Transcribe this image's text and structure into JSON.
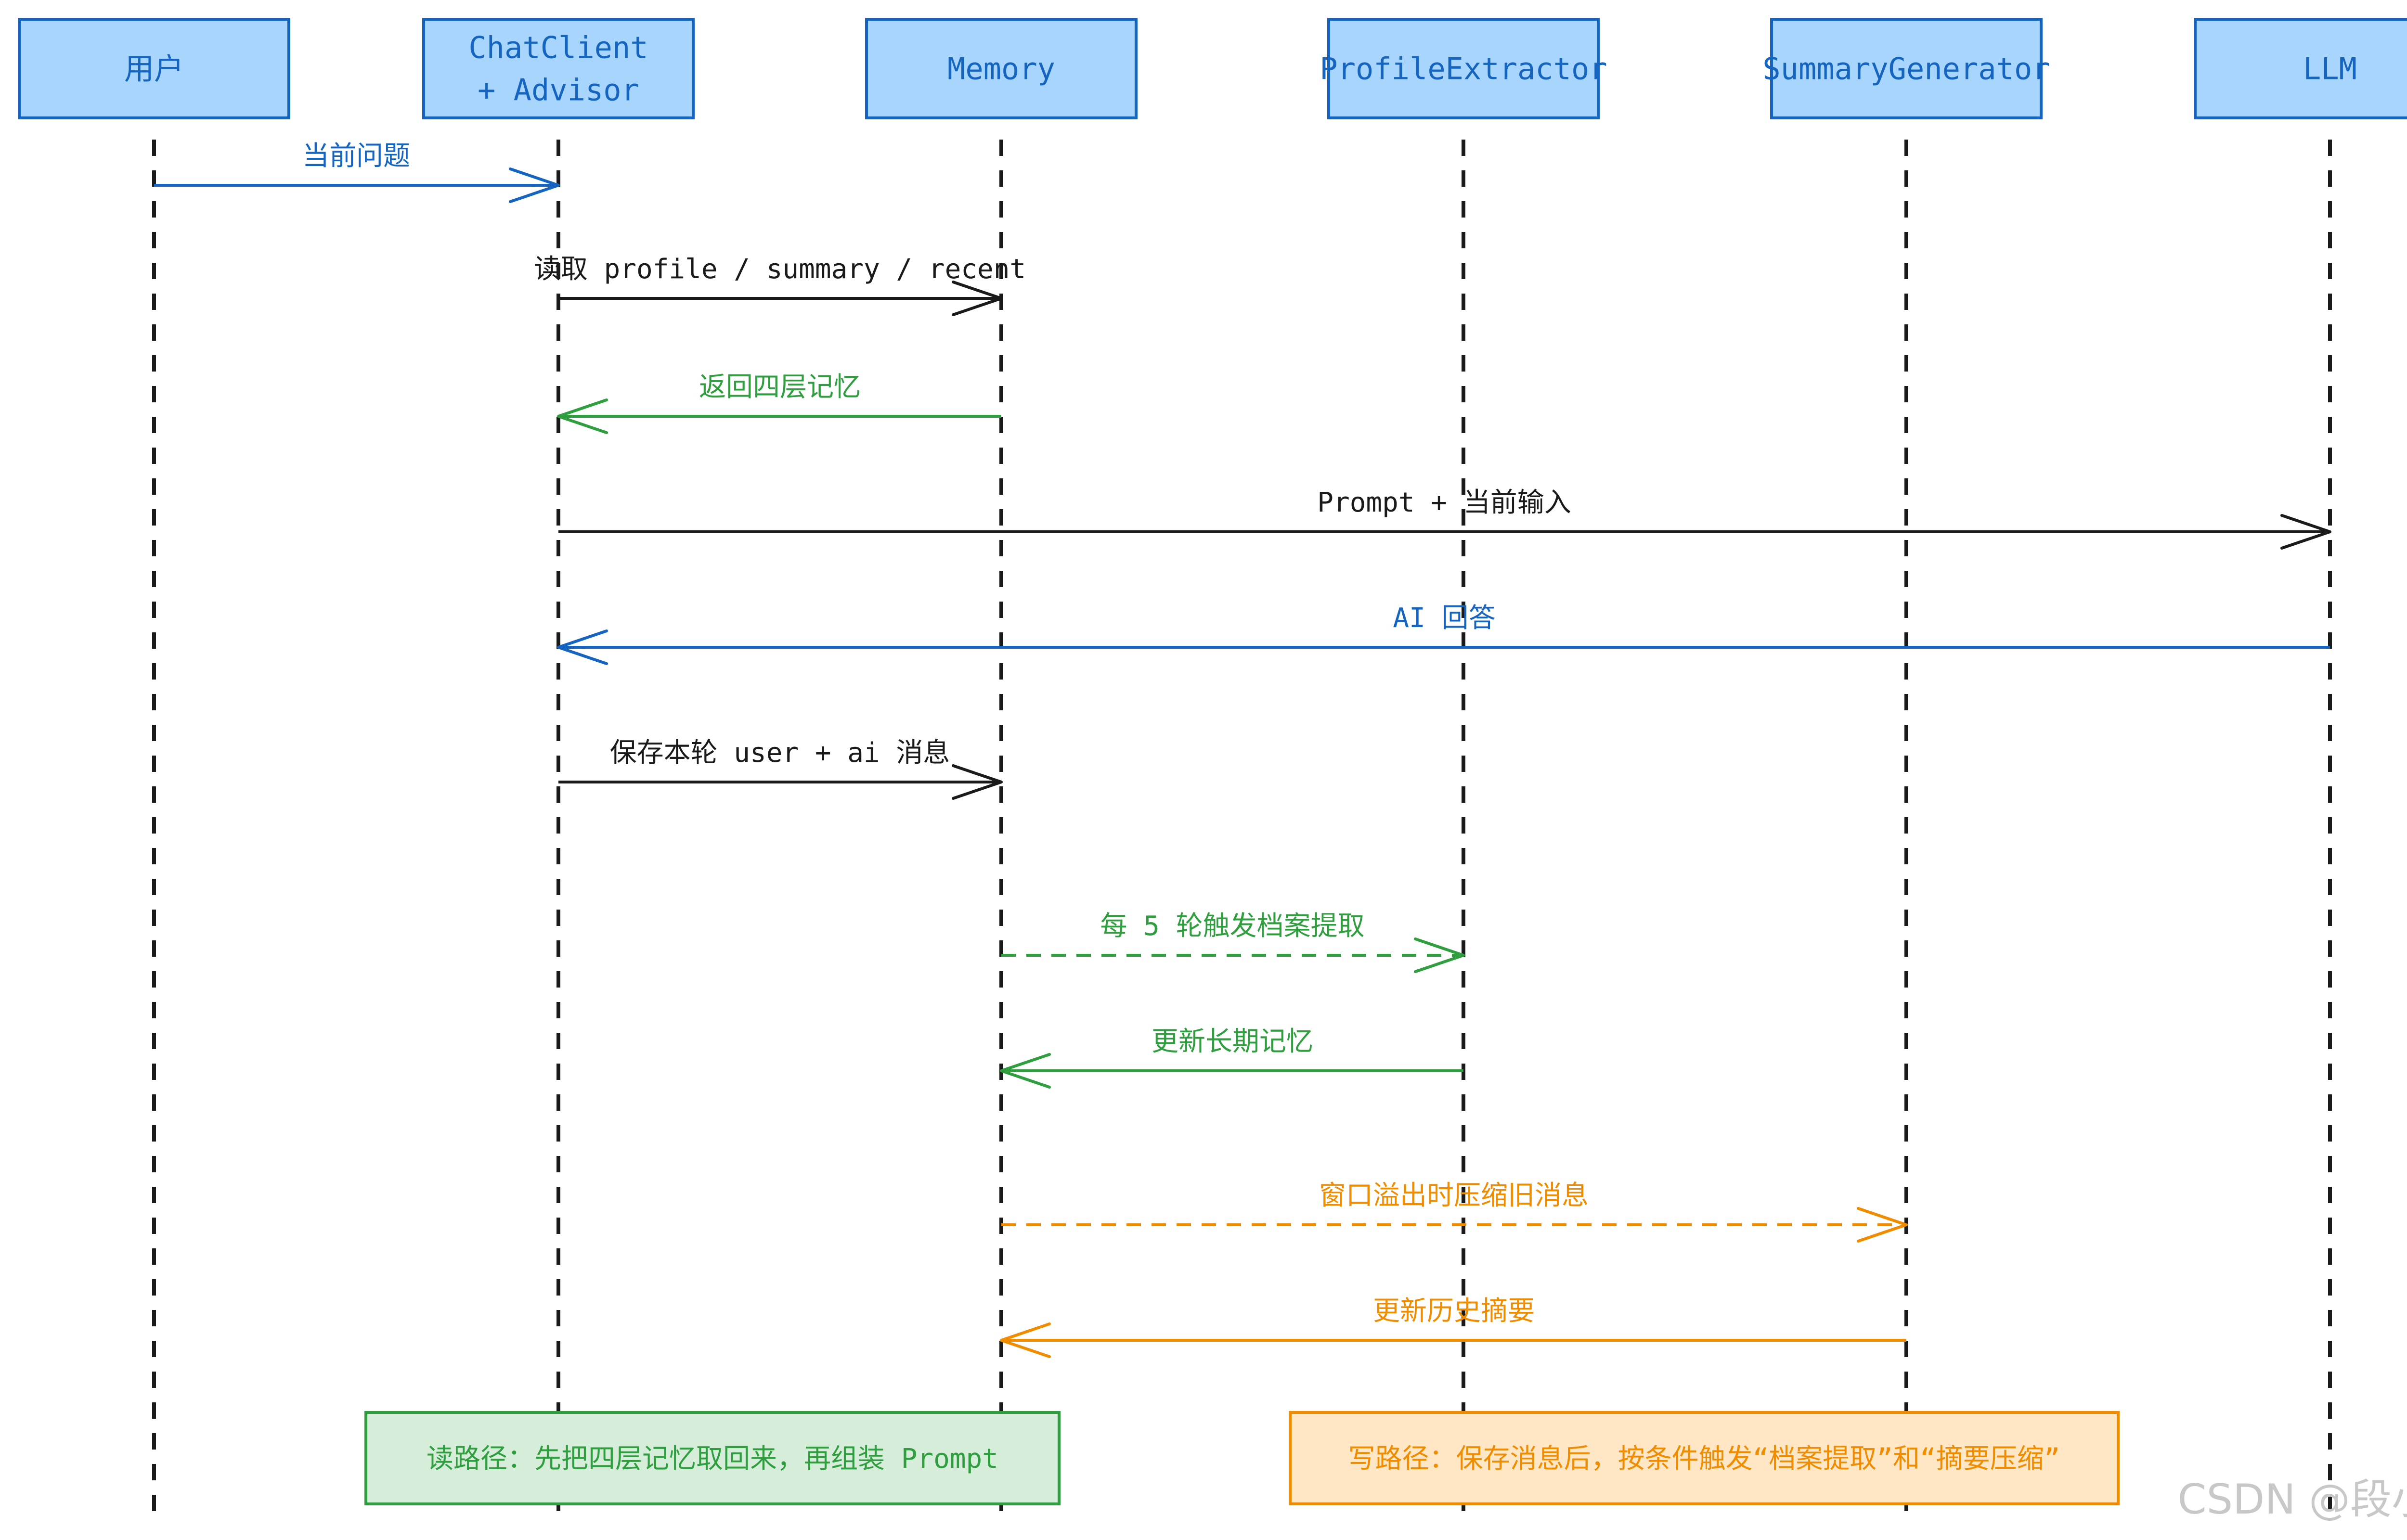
{
  "participants": [
    {
      "id": "user",
      "label": "用户"
    },
    {
      "id": "chatclient",
      "label": "ChatClient\n+ Advisor"
    },
    {
      "id": "memory",
      "label": "Memory"
    },
    {
      "id": "profile",
      "label": "ProfileExtractor"
    },
    {
      "id": "summary",
      "label": "SummaryGenerator"
    },
    {
      "id": "llm",
      "label": "LLM"
    }
  ],
  "messages": [
    {
      "from": "user",
      "to": "chatclient",
      "label": "当前问题",
      "color": "#1565c0",
      "style": "solid"
    },
    {
      "from": "chatclient",
      "to": "memory",
      "label": "读取 profile / summary / recent",
      "color": "#1a1a1a",
      "style": "solid"
    },
    {
      "from": "memory",
      "to": "chatclient",
      "label": "返回四层记忆",
      "color": "#2e9e3e",
      "style": "solid"
    },
    {
      "from": "chatclient",
      "to": "llm",
      "label": "Prompt + 当前输入",
      "color": "#1a1a1a",
      "style": "solid"
    },
    {
      "from": "llm",
      "to": "chatclient",
      "label": "AI 回答",
      "color": "#1565c0",
      "style": "solid"
    },
    {
      "from": "chatclient",
      "to": "memory",
      "label": "保存本轮 user + ai 消息",
      "color": "#1a1a1a",
      "style": "solid"
    },
    {
      "from": "memory",
      "to": "profile",
      "label": "每 5 轮触发档案提取",
      "color": "#2e9e3e",
      "style": "dashed"
    },
    {
      "from": "profile",
      "to": "memory",
      "label": "更新长期记忆",
      "color": "#2e9e3e",
      "style": "solid"
    },
    {
      "from": "memory",
      "to": "summary",
      "label": "窗口溢出时压缩旧消息",
      "color": "#ef8c00",
      "style": "dashed"
    },
    {
      "from": "summary",
      "to": "memory",
      "label": "更新历史摘要",
      "color": "#ef8c00",
      "style": "solid"
    }
  ],
  "notes": [
    {
      "label": "读路径：先把四层记忆取回来，再组装 Prompt",
      "text_color": "#2e9e3e",
      "fill": "#d5edd9",
      "stroke": "#2e9e3e"
    },
    {
      "label": "写路径：保存消息后，按条件触发“档案提取”和“摘要压缩”",
      "text_color": "#ef8c00",
      "fill": "#ffe6c4",
      "stroke": "#ef8c00"
    }
  ],
  "watermark": "CSDN @段小二",
  "colors": {
    "participant_fill": "#a8d5fb",
    "participant_stroke": "#1565c0",
    "lifeline": "#1a1a1a"
  }
}
